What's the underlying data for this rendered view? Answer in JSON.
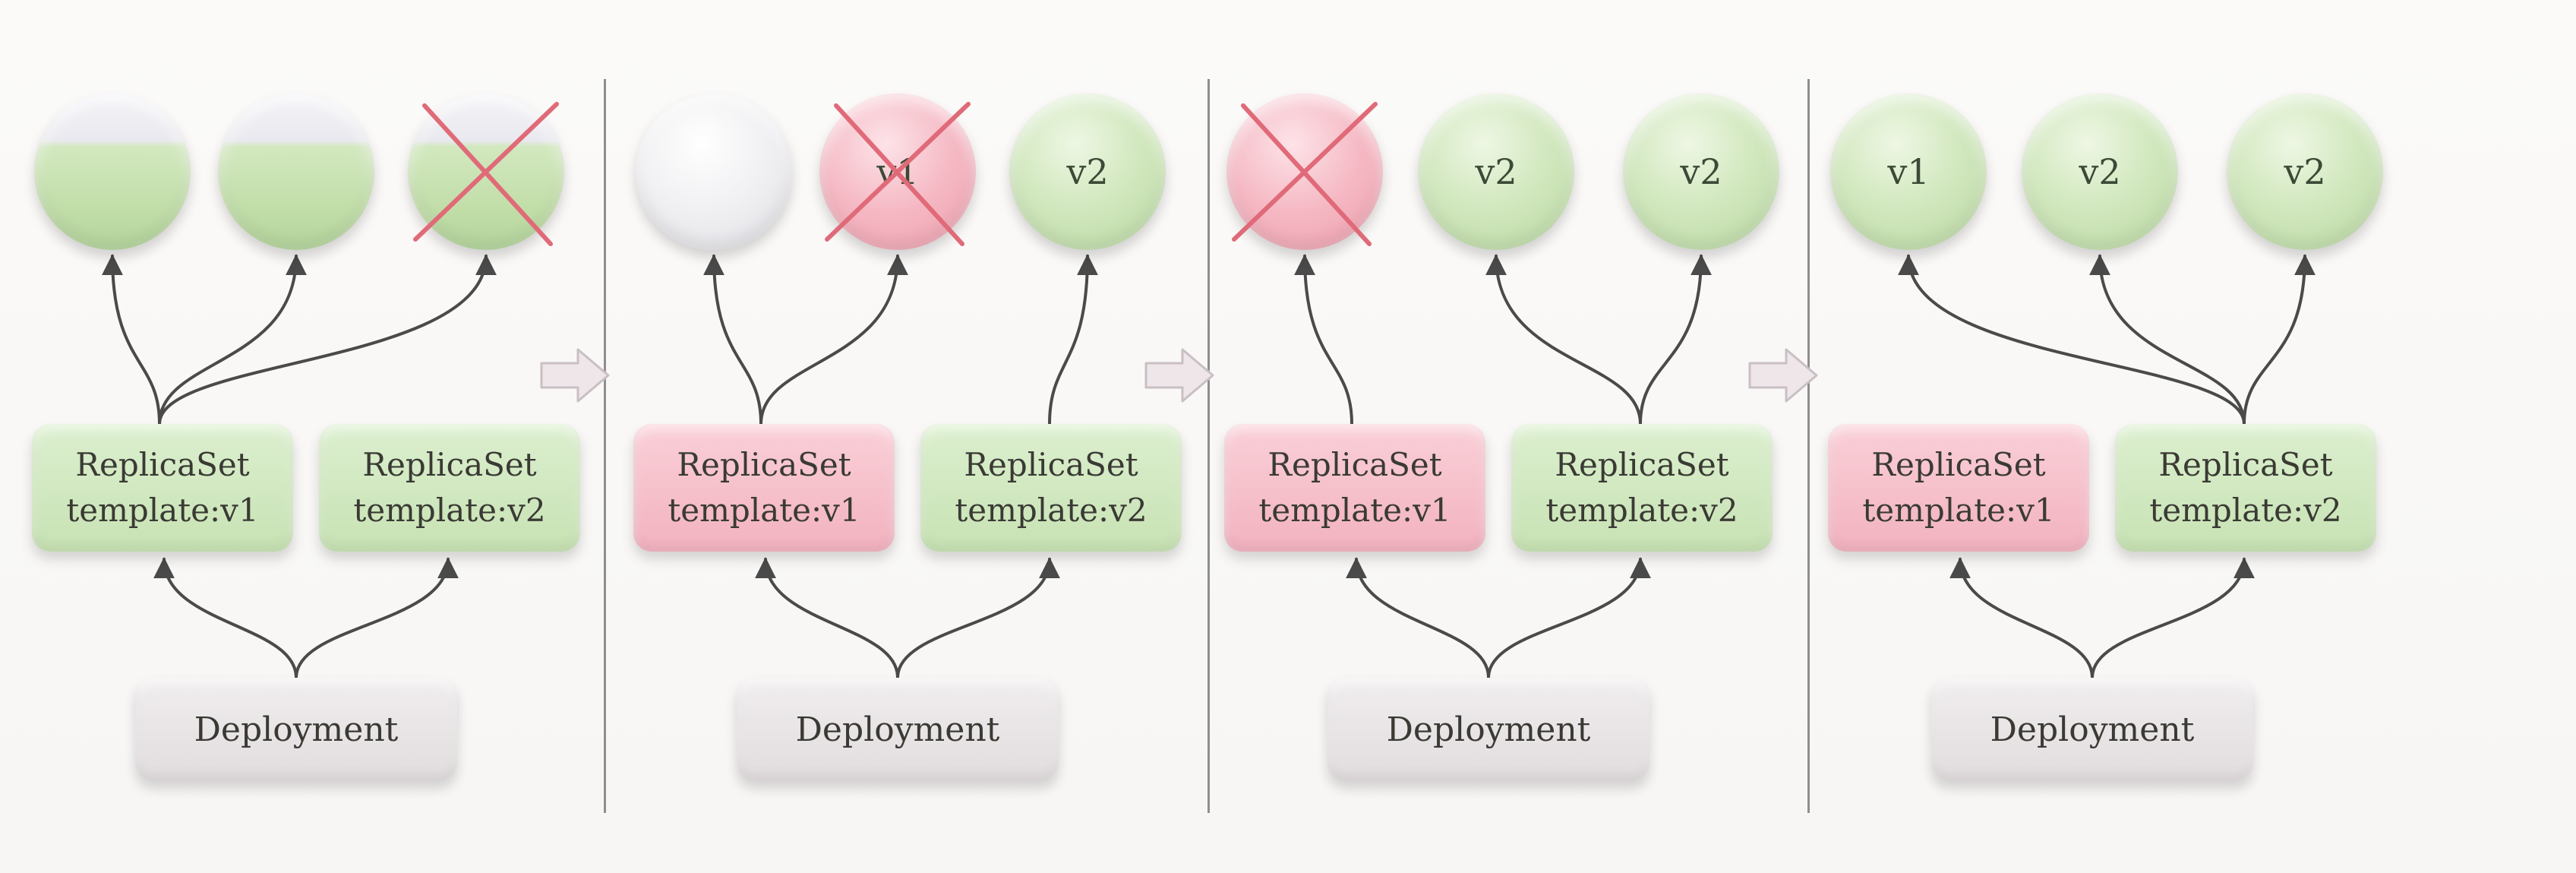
{
  "stages": [
    {
      "pods": [
        {
          "label": "",
          "style": "partial",
          "crossed": false
        },
        {
          "label": "",
          "style": "partial",
          "crossed": false
        },
        {
          "label": "",
          "style": "partial",
          "crossed": true
        }
      ],
      "replicasets": [
        {
          "title": "ReplicaSet",
          "template": "template:v1",
          "color": "green"
        },
        {
          "title": "ReplicaSet",
          "template": "template:v2",
          "color": "green"
        }
      ],
      "deployment": "Deployment"
    },
    {
      "pods": [
        {
          "label": "",
          "style": "white",
          "crossed": false
        },
        {
          "label": "v1",
          "style": "red",
          "crossed": true
        },
        {
          "label": "v2",
          "style": "green",
          "crossed": false
        }
      ],
      "replicasets": [
        {
          "title": "ReplicaSet",
          "template": "template:v1",
          "color": "red"
        },
        {
          "title": "ReplicaSet",
          "template": "template:v2",
          "color": "green"
        }
      ],
      "deployment": "Deployment"
    },
    {
      "pods": [
        {
          "label": "",
          "style": "red",
          "crossed": true
        },
        {
          "label": "v2",
          "style": "green",
          "crossed": false
        },
        {
          "label": "v2",
          "style": "green",
          "crossed": false
        }
      ],
      "replicasets": [
        {
          "title": "ReplicaSet",
          "template": "template:v1",
          "color": "red"
        },
        {
          "title": "ReplicaSet",
          "template": "template:v2",
          "color": "green"
        }
      ],
      "deployment": "Deployment"
    },
    {
      "pods": [
        {
          "label": "v1",
          "style": "green",
          "crossed": false
        },
        {
          "label": "v2",
          "style": "green",
          "crossed": false
        },
        {
          "label": "v2",
          "style": "green",
          "crossed": false
        }
      ],
      "replicasets": [
        {
          "title": "ReplicaSet",
          "template": "template:v1",
          "color": "red"
        },
        {
          "title": "ReplicaSet",
          "template": "template:v2",
          "color": "green"
        }
      ],
      "deployment": "Deployment"
    }
  ],
  "colors": {
    "green": "#c7e2b3",
    "red": "#f2b2bf",
    "neutral": "#e1dcde",
    "line": "#4a4a4a",
    "cross": "#e06a78"
  }
}
